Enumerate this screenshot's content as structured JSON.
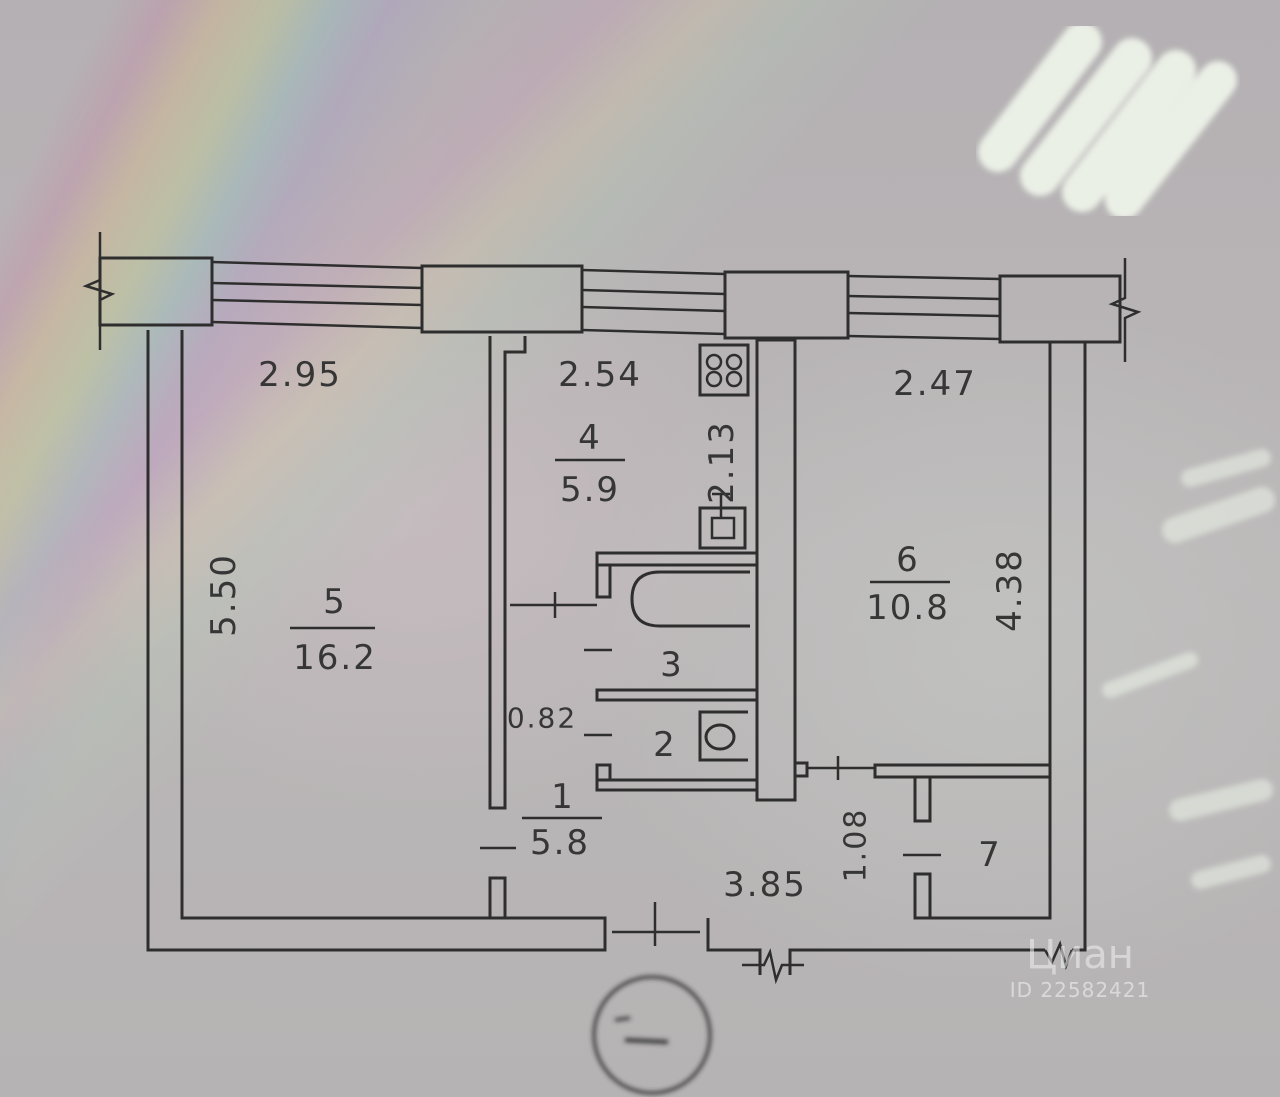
{
  "plan": {
    "dimensions": {
      "room5_width": "2.95",
      "room4_width": "2.54",
      "room6_width": "2.47",
      "room5_length": "5.50",
      "room6_length": "4.38",
      "room4_length": "2.13",
      "bath_width": "0.82",
      "corridor_width": "1.08",
      "corridor_length": "3.85"
    },
    "rooms": [
      {
        "number": "5",
        "area": "16.2"
      },
      {
        "number": "4",
        "area": "5.9"
      },
      {
        "number": "6",
        "area": "10.8"
      },
      {
        "number": "3"
      },
      {
        "number": "2"
      },
      {
        "number": "1",
        "area": "5.8"
      },
      {
        "number": "7"
      }
    ]
  },
  "watermark": {
    "logo": "Циан",
    "id": "ID 22582421"
  },
  "colors": {
    "background": "#b8b3b5",
    "line": "#2e2e2e",
    "text": "#363636",
    "reflection": "#f4fbef"
  },
  "icons": [
    "stove-icon",
    "bathtub-icon",
    "toilet-icon",
    "sink-icon",
    "wall-break-icon"
  ]
}
